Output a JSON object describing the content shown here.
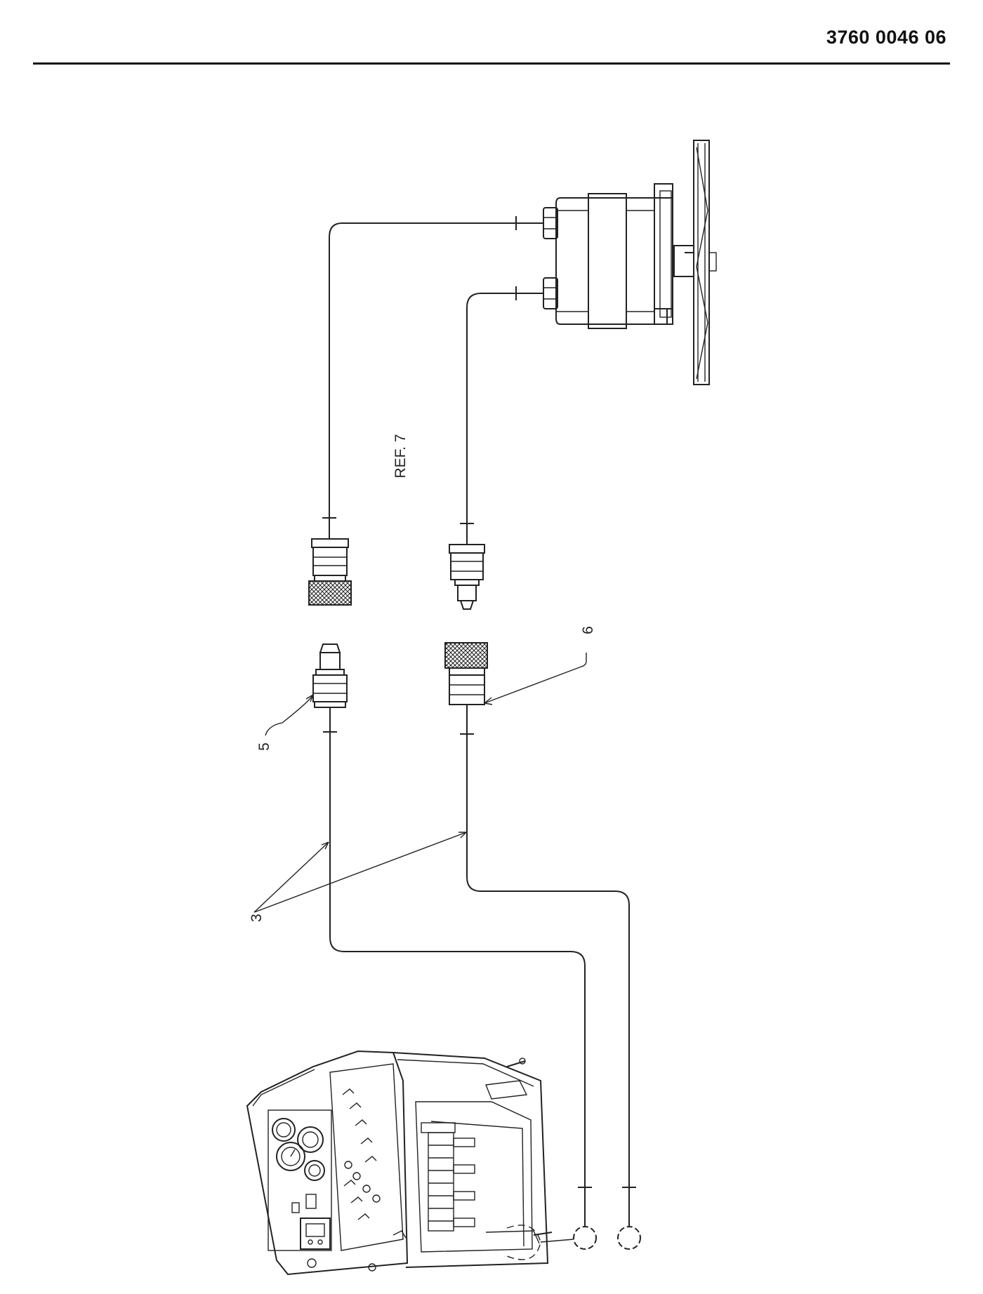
{
  "header": {
    "document_number": "3760 0046 06"
  },
  "callouts": {
    "ref": "REF. 7",
    "item_3": "3",
    "item_5": "5",
    "item_6": "6"
  },
  "colors": {
    "ink": "#222222",
    "paper": "#ffffff"
  }
}
